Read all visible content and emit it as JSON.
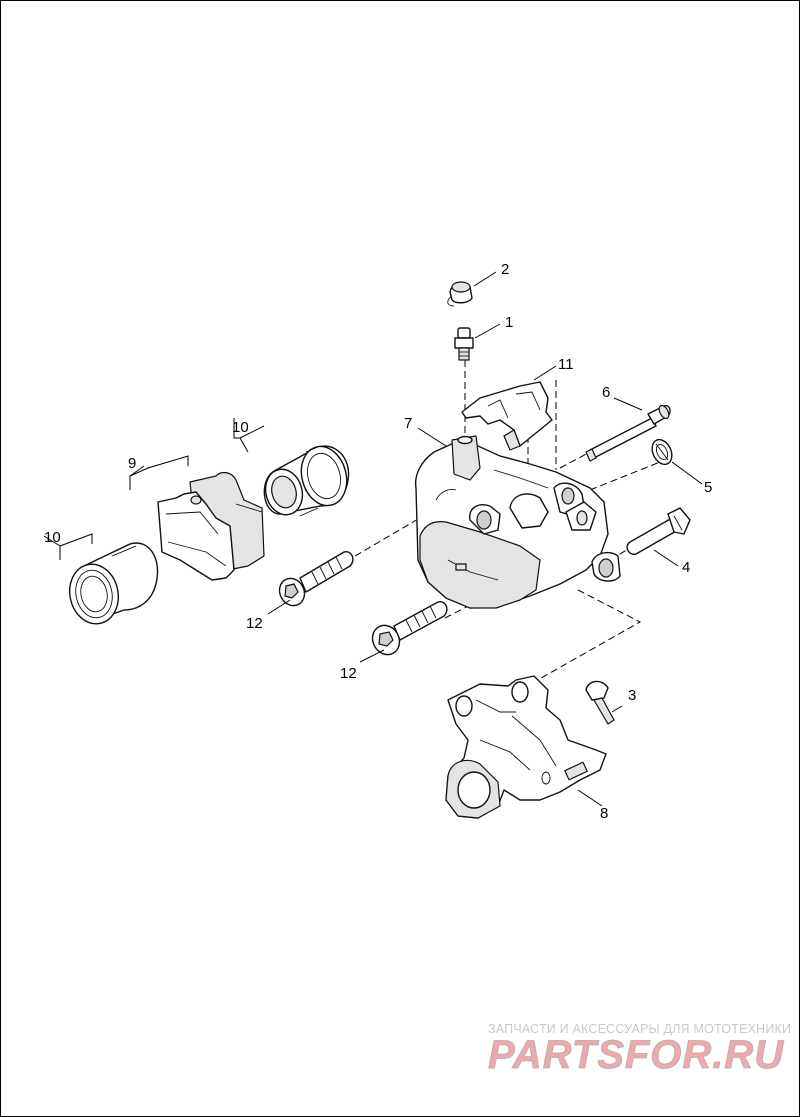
{
  "diagram": {
    "callouts": {
      "c1": "1",
      "c2": "2",
      "c3": "3",
      "c4": "4",
      "c5": "5",
      "c6": "6",
      "c7": "7",
      "c8": "8",
      "c9": "9",
      "c10a": "10",
      "c10b": "10",
      "c11": "11",
      "c12a": "12",
      "c12b": "12"
    }
  },
  "watermark": {
    "caption": "ЗАПЧАСТИ И АКСЕССУАРЫ ДЛЯ МОТОТЕХНИКИ",
    "logo_text": "PARTSFOR.RU",
    "logo_color": "#f0a8a8"
  },
  "colors": {
    "line": "#111111",
    "fill": "#ffffff",
    "shade": "#e4e4e4"
  }
}
